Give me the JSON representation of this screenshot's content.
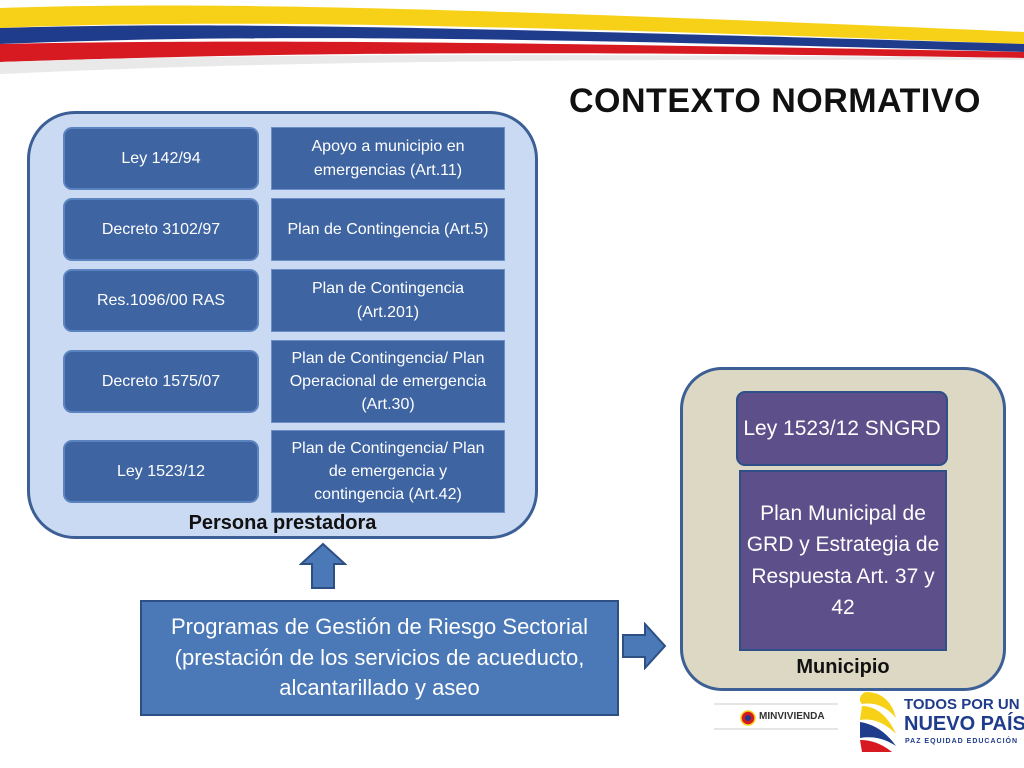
{
  "title": "CONTEXTO NORMATIVO",
  "left_panel": {
    "caption": "Persona prestadora",
    "laws": [
      "Ley 142/94",
      "Decreto 3102/97",
      "Res.1096/00 RAS",
      "Decreto 1575/07",
      "Ley 1523/12"
    ],
    "articles": [
      "Apoyo a municipio en emergencias (Art.11)",
      "Plan de Contingencia (Art.5)",
      "Plan de Contingencia (Art.201)",
      "Plan de Contingencia/ Plan Operacional de emergencia (Art.30)",
      "Plan de Contingencia/ Plan de emergencia y contingencia (Art.42)"
    ]
  },
  "right_panel": {
    "caption": "Municipio",
    "law": "Ley 1523/12 SNGRD",
    "plan": "Plan Municipal de GRD y Estrategia de Respuesta Art. 37 y 42"
  },
  "programs_box": "Programas de Gestión de Riesgo Sectorial (prestación de los servicios de acueducto, alcantarillado y aseo",
  "logos": {
    "ministry": "MINVIVIENDA",
    "slogan_line1": "TODOS POR UN",
    "slogan_line2": "NUEVO PAÍS",
    "slogan_line3": "PAZ  EQUIDAD  EDUCACIÓN"
  },
  "colors": {
    "flag_yellow": "#f7d117",
    "flag_blue": "#1f3c8c",
    "flag_red": "#d71a21",
    "box_blue": "#3e64a1",
    "panel_blue": "#c9daf2",
    "panel_beige": "#ddd8c3",
    "purple": "#5c4f8a",
    "arrow_blue": "#4b78b7"
  }
}
